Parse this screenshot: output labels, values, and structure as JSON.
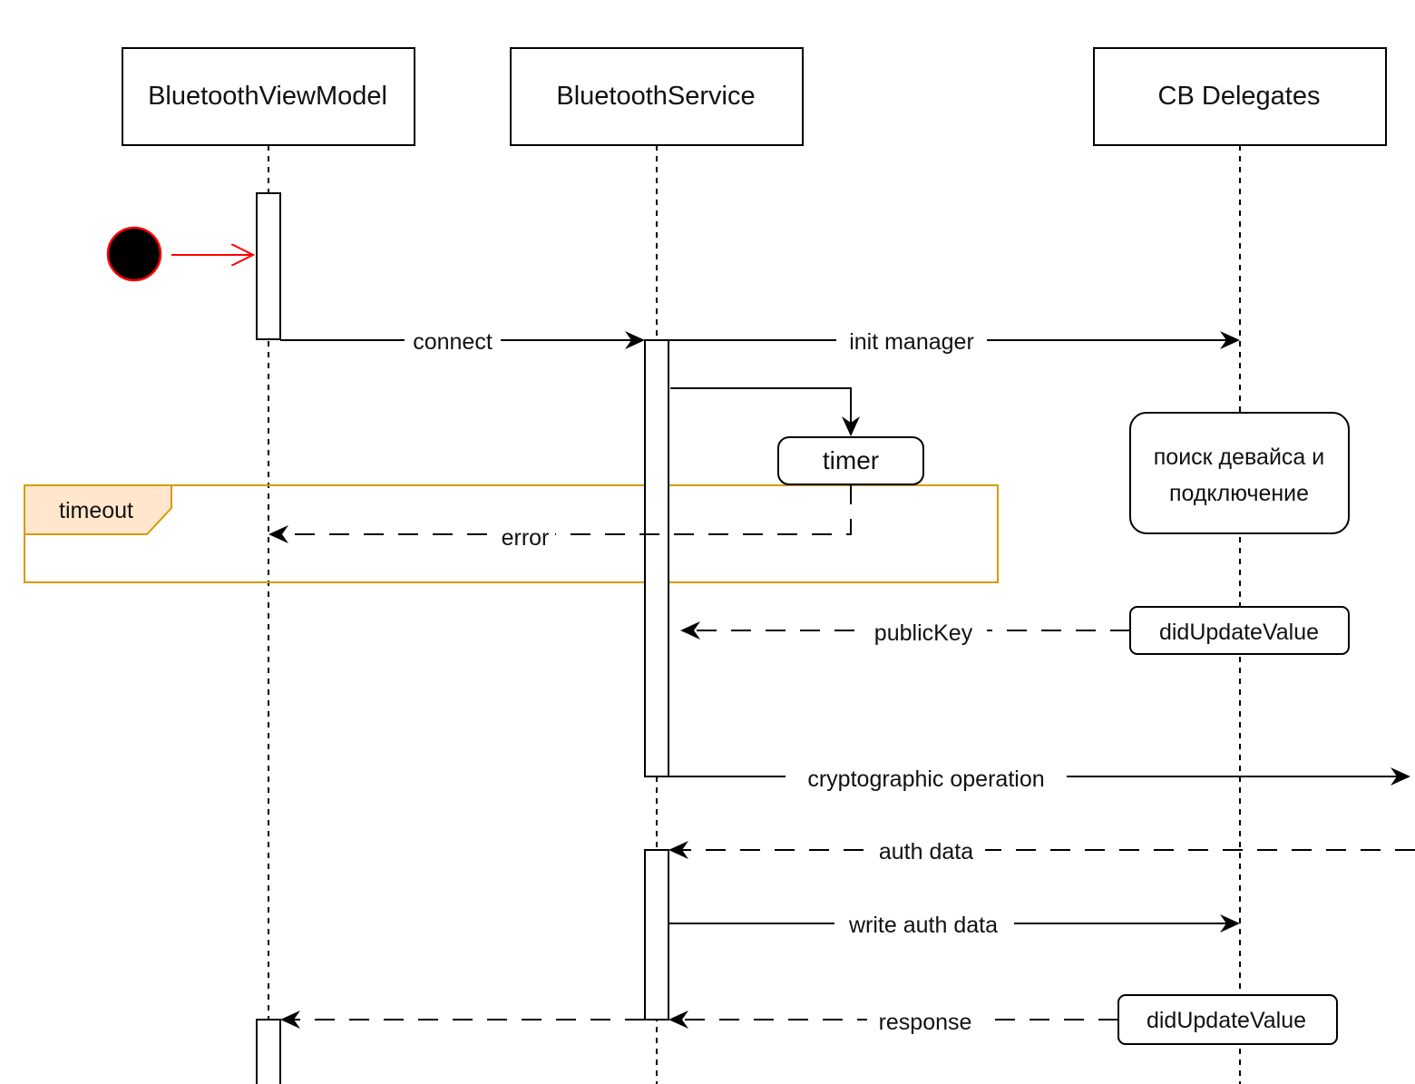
{
  "participants": {
    "view_model": "BluetoothViewModel",
    "service": "BluetoothService",
    "delegates": "CB Delegates"
  },
  "messages": {
    "connect": "connect",
    "init_manager": "init manager",
    "error": "error",
    "public_key": "publicKey",
    "cryptographic_operation": "cryptographic operation",
    "auth_data": "auth data",
    "write_auth_data": "write auth data",
    "response": "response"
  },
  "notes": {
    "timer": "timer",
    "search_line1": "поиск девайса и",
    "search_line2": "подключение",
    "did_update_value_1": "didUpdateValue",
    "did_update_value_2": "didUpdateValue"
  },
  "fragment": {
    "label": "timeout"
  },
  "colors": {
    "fragment_border": "#d79b00",
    "fragment_label_fill": "#ffe6cc",
    "initial_node_fill": "#000000",
    "initial_node_stroke": "#ff0000",
    "initial_arrow": "#ff0000"
  }
}
